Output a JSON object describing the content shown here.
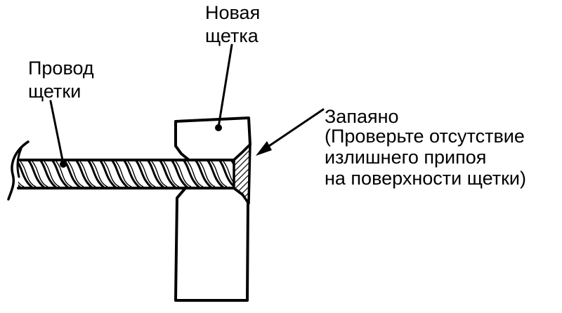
{
  "labels": {
    "new_brush": [
      "Новая",
      "щетка"
    ],
    "brush_wire": [
      "Провод",
      "щетки"
    ],
    "soldered": [
      "Запаяно",
      "(Проверьте отсутствие",
      "излишнего припоя",
      "на поверхности щетки)"
    ]
  },
  "colors": {
    "ink": "#000000",
    "background": "#ffffff"
  }
}
